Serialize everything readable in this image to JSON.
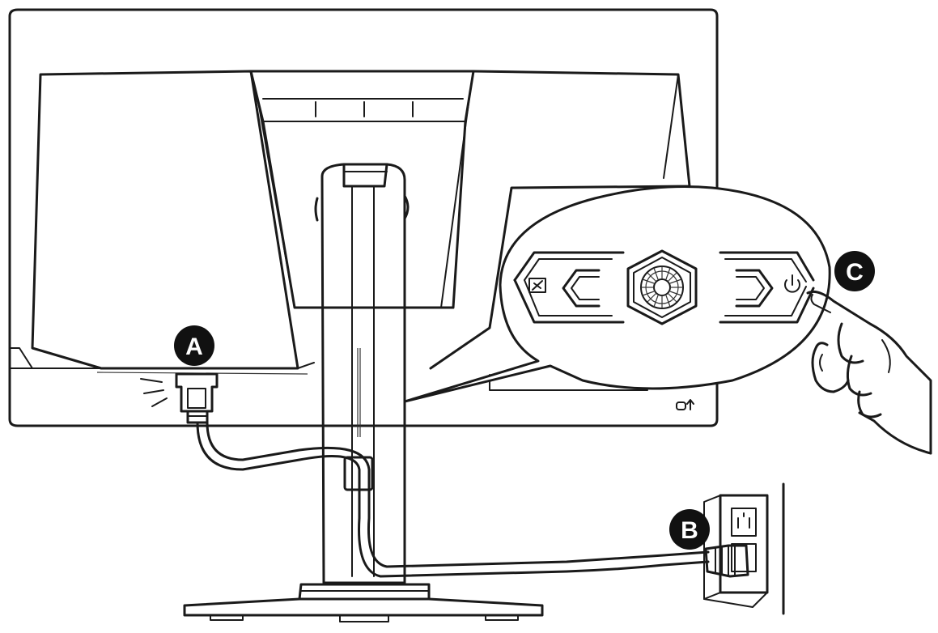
{
  "callouts": {
    "a": {
      "label": "A"
    },
    "b": {
      "label": "B"
    },
    "c": {
      "label": "C"
    }
  },
  "icons": {
    "power": "power-icon",
    "joystick": "navigation-joystick-icon",
    "macro": "gaming-key-icon",
    "lock": "kensington-lock-icon",
    "outlet": "wall-outlet-icon"
  },
  "colors": {
    "line": "#1a1a1a",
    "badge_fill": "#111111",
    "badge_text": "#ffffff",
    "background": "#ffffff"
  }
}
